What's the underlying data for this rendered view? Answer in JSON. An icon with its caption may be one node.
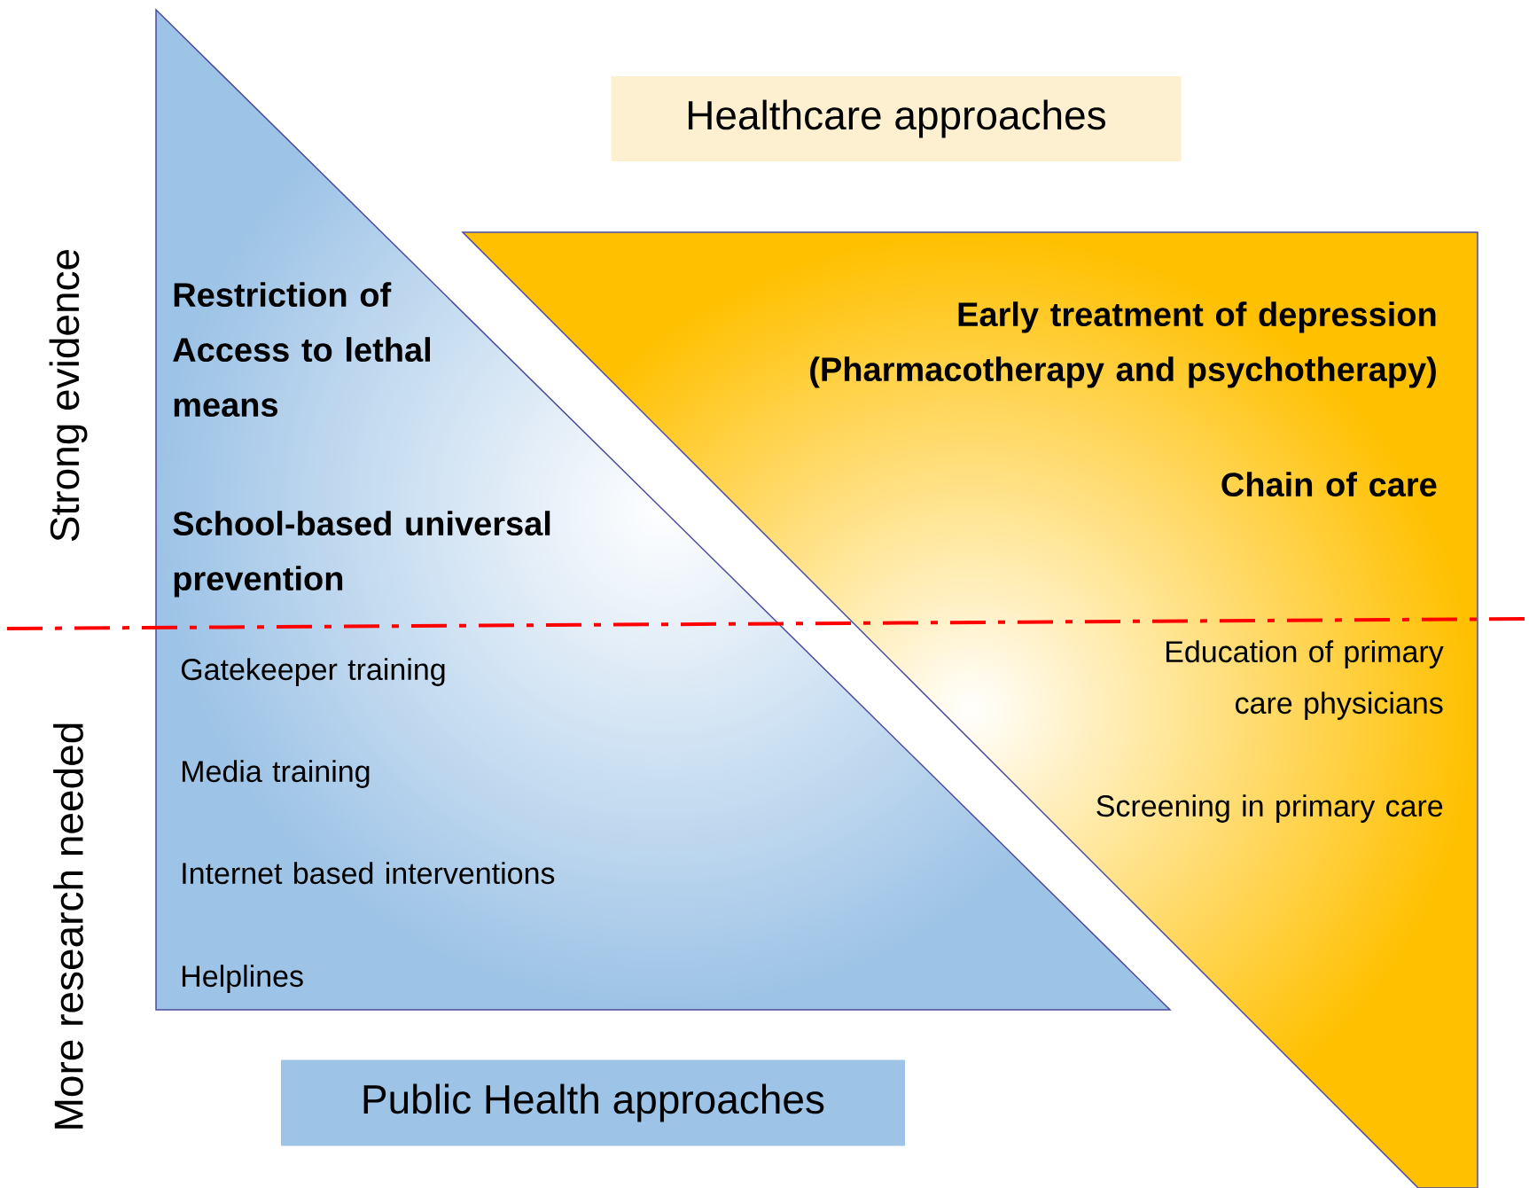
{
  "diagram": {
    "nodes": [
      {
        "text": [
          "Healthcare approaches"
        ]
      },
      {
        "text": [
          "Early treatment of depression (Pharmacotherapy and psychotherapy)",
          "Chain of care",
          "Education of primary care physicians",
          "Screening in primary care"
        ]
      },
      {
        "text": [
          "Restriction of Access to lethal means",
          "School-based universal prevention",
          "Gatekeeper training",
          "Media training",
          "Internet based interventions",
          "Helplines"
        ]
      },
      {
        "text": [
          "Public Health approaches"
        ]
      }
    ],
    "labels": [
      "Strong evidence",
      "More research needed"
    ]
  }
}
